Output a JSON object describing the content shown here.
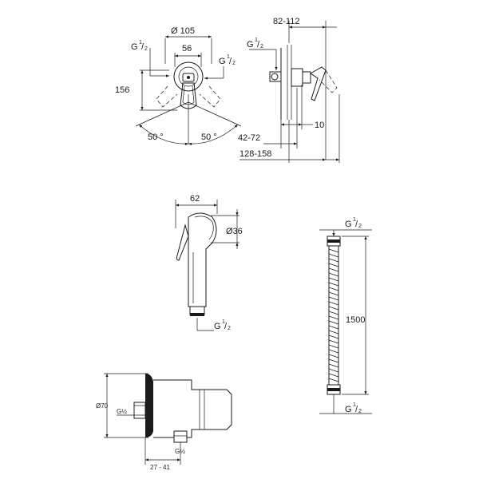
{
  "mixer_front": {
    "dim_diameter": "Ø 105",
    "dim_width": "56",
    "dim_height": "156",
    "angle_left": "50 °",
    "angle_right": "50 °",
    "thread_left": {
      "base": "G",
      "num": "1",
      "den": "2"
    },
    "thread_right": {
      "base": "G",
      "num": "1",
      "den": "2"
    }
  },
  "mixer_side": {
    "dim_wall_range": "82-112",
    "dim_depth": "10",
    "dim_mount_range": "42-72",
    "dim_total_range": "128-158",
    "thread": {
      "base": "G",
      "num": "1",
      "den": "2"
    }
  },
  "hand_shower": {
    "dim_length": "62",
    "dim_diameter": "Ø36",
    "thread": {
      "base": "G",
      "num": "1",
      "den": "2"
    }
  },
  "hose": {
    "dim_length": "1500",
    "thread_top": {
      "base": "G",
      "num": "1",
      "den": "2"
    },
    "thread_bottom": {
      "base": "G",
      "num": "1",
      "den": "2"
    }
  },
  "wall_outlet": {
    "dim_diameter": "Ø70",
    "thread_left": "G½",
    "thread_bottom": "G½",
    "dim_range": "27 - 41"
  }
}
